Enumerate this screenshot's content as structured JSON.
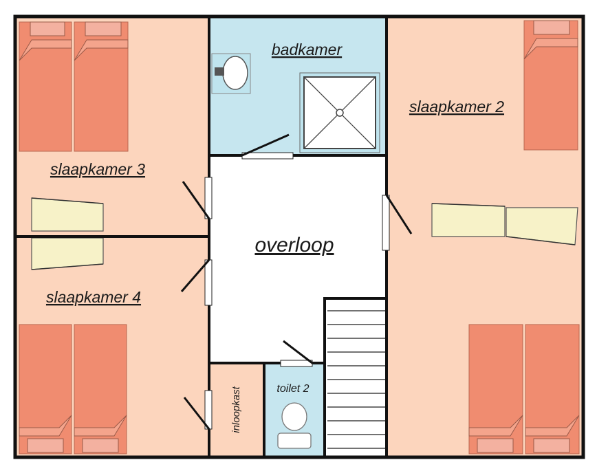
{
  "rooms": {
    "badkamer": "badkamer",
    "slaapkamer2": "slaapkamer 2",
    "slaapkamer3": "slaapkamer 3",
    "slaapkamer4": "slaapkamer 4",
    "overloop": "overloop",
    "toilet2": "toilet 2",
    "inloopkast": "inloopkast"
  },
  "colors": {
    "bedroom_floor": "#fcd5bd",
    "bathroom_floor": "#c6e6ef",
    "landing_floor": "#ffffff",
    "bed_fill": "#f08c70",
    "bed_pillow": "#f3b1a0",
    "desk_fill": "#f7f2c8",
    "wall": "#111111"
  }
}
